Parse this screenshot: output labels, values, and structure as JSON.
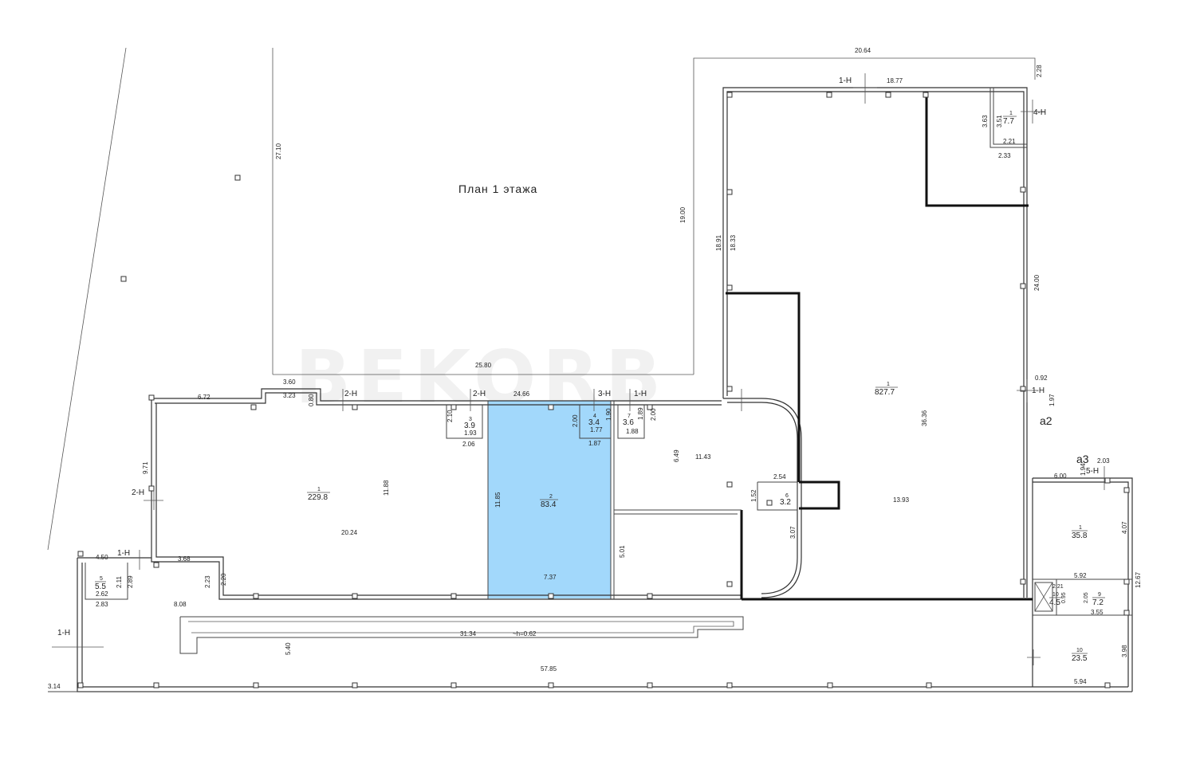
{
  "plan": {
    "title": "План 1 этажа",
    "watermark": "BEKORB",
    "highlight_color": "#a2d8fb",
    "highlighted_room": {
      "number": "2",
      "area": "83.4"
    }
  },
  "rooms": {
    "r_827": {
      "number": "1",
      "area": "827.7"
    },
    "r_229": {
      "number": "1",
      "area": "229.8"
    },
    "r_83": {
      "number": "2",
      "area": "83.4"
    },
    "r_77": {
      "number": "1",
      "area": "7.7"
    },
    "r_35": {
      "number": "1",
      "area": "35.8"
    },
    "r_23": {
      "number": "10",
      "area": "23.5"
    },
    "r_4": {
      "number": "10",
      "area": "4.5"
    },
    "r_7": {
      "number": "9",
      "area": "7.2"
    },
    "r_55": {
      "number": "5",
      "area": "5.5"
    },
    "r_39": {
      "number": "3",
      "area": "3.9"
    },
    "r_34": {
      "number": "4",
      "area": "3.4"
    },
    "r_36": {
      "number": "7",
      "area": "3.6"
    },
    "r_32": {
      "number": "6",
      "area": "3.2"
    }
  },
  "labels": {
    "h1_top": "1-Н",
    "h4": "4-Н",
    "h2_a": "2-Н",
    "h2_b": "2-Н",
    "h3": "3-Н",
    "h1_mid": "1-Н",
    "h2_left": "2-Н",
    "h1_small": "1-Н",
    "h1_right": "1-Н",
    "h5": "5-Н",
    "h1_bottom": "1-Н",
    "a2": "а2",
    "a3": "а3",
    "ramp": "~h=0.62"
  },
  "dims": {
    "d2064": "20.64",
    "d1877": "18.77",
    "d228": "2.28",
    "d351": "3.51",
    "d363": "3.63",
    "d221a": "2.21",
    "d233": "2.33",
    "d2710": "27.10",
    "d1900": "19.00",
    "d1891": "18.91",
    "d1833": "18.33",
    "d2400": "24.00",
    "d2580": "25.80",
    "d360": "3.60",
    "d323": "3.23",
    "d080": "0.80",
    "d672": "6.72",
    "d2466": "24.66",
    "d092": "0.92",
    "d197": "1.97",
    "d210": "2.10",
    "d193": "1.93",
    "d206": "2.06",
    "d200a": "2.00",
    "d177": "1.77",
    "d190": "1.90",
    "d187": "1.87",
    "d189": "1.89",
    "d188": "1.88",
    "d200b": "2.00",
    "d971": "9.71",
    "d1188": "11.88",
    "d2024": "20.24",
    "d1185": "11.85",
    "d737": "7.37",
    "d649": "6.49",
    "d1143": "11.43",
    "d3636": "36.36",
    "d254": "2.54",
    "d152": "1.52",
    "d1393": "13.93",
    "d307": "3.07",
    "d501": "5.01",
    "d203": "2.03",
    "d600": "6.00",
    "d194": "1.94",
    "d407": "4.07",
    "d592": "5.92",
    "d1267": "12.67",
    "d355": "3.55",
    "d398": "3.98",
    "d594": "5.94",
    "d450": "4.50",
    "d368": "3.68",
    "d211": "2.11",
    "d289": "2.89",
    "d262": "2.62",
    "d283": "2.83",
    "d223": "2.23",
    "d220": "2.20",
    "d808": "8.08",
    "d3134": "31.34",
    "d540": "5.40",
    "d5785": "57.85",
    "d314": "3.14",
    "d221b": "2.21",
    "d205": "2.05",
    "d095": "0.95"
  }
}
